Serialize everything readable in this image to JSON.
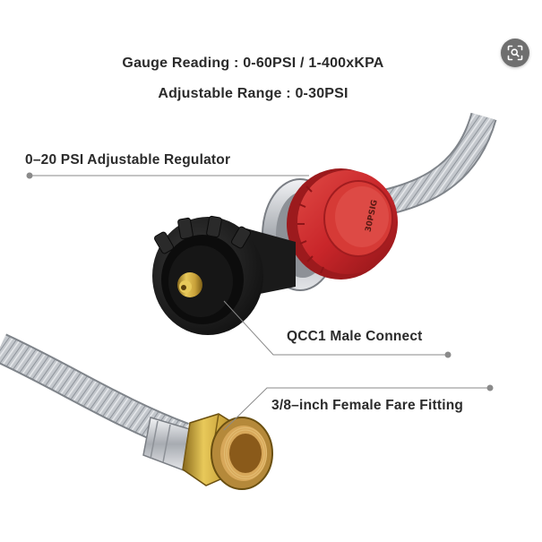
{
  "specs": {
    "gauge_reading": "Gauge Reading :  0-60PSI / 1-400xKPA",
    "adjustable_range": "Adjustable Range :  0-30PSI"
  },
  "callouts": {
    "regulator": "0–20 PSI Adjustable Regulator",
    "qcc1": "QCC1 Male Connect",
    "fitting": "3/8–inch Female Fare Fitting"
  },
  "regulator_knob_text": "30PSIG",
  "lens_button": {
    "icon": "visual-search-icon"
  },
  "colors": {
    "text": "#2b2b2b",
    "leader": "#8a8a8a",
    "regulator_red": "#c9262a",
    "connector_black": "#1c1c1c",
    "brass": "#c9a23a",
    "hose_steel": "#b8bcc2"
  }
}
